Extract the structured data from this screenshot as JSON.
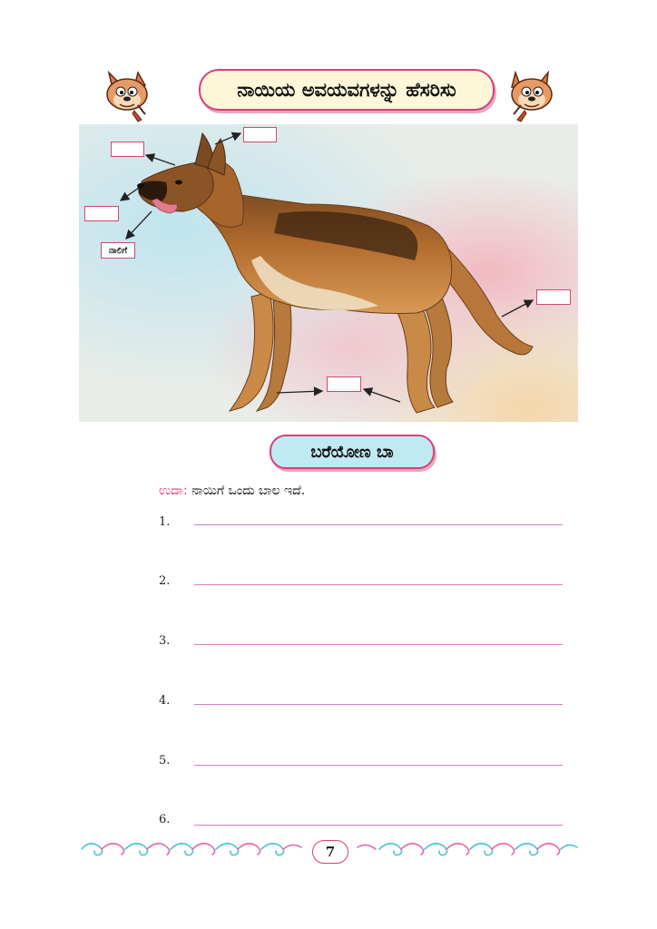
{
  "header": {
    "title": "ನಾಯಿಯ ಅವಯವಗಳನ್ನು ಹೆಸರಿಸು"
  },
  "illustration": {
    "subject": "dog-icon",
    "labels": {
      "tongue": "ನಾಲಿಗೆ",
      "ear": "",
      "eye": "",
      "mouth": "",
      "tail": "",
      "legs": ""
    }
  },
  "section": {
    "title": "ಬರೆಯೋಣ ಬಾ",
    "example_tag": "ಉದಾ:",
    "example_text": " ನಾಯಿಗೆ ಒಂದು ಬಾಲ ಇದೆ."
  },
  "lines": [
    {
      "number": "1."
    },
    {
      "number": "2."
    },
    {
      "number": "3."
    },
    {
      "number": "4."
    },
    {
      "number": "5."
    },
    {
      "number": "6."
    }
  ],
  "footer": {
    "page_number": "7"
  },
  "colors": {
    "accent_pink": "#d6407a",
    "title_bg": "#fdf6d8",
    "section_bg": "#bfeaf4",
    "line_color": "#d77fc4",
    "border_cyan": "#4bc3d6"
  }
}
